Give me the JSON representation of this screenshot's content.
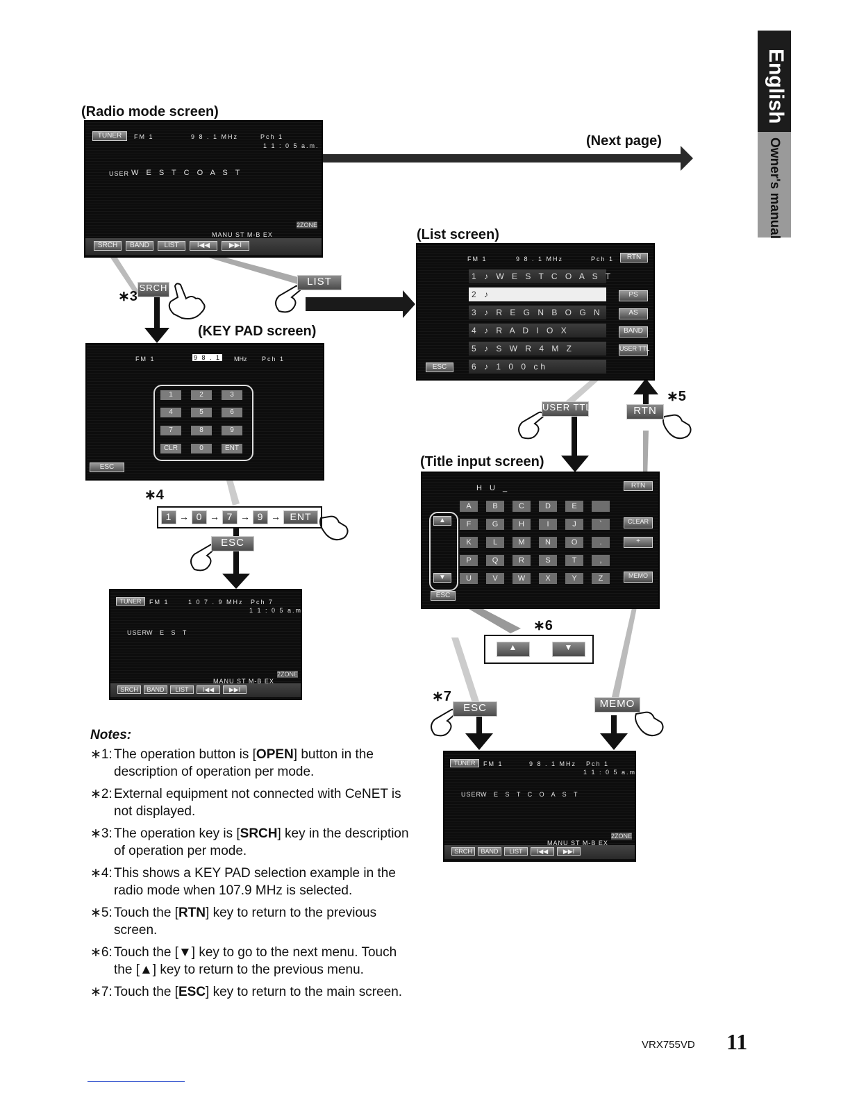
{
  "side_tab": {
    "language": "English",
    "manual": "Owner's manual"
  },
  "captions": {
    "radio_mode": "(Radio mode screen)",
    "next_page": "(Next page)",
    "list_screen": "(List screen)",
    "keypad_screen": "(KEY PAD screen)",
    "title_input": "(Title input screen)"
  },
  "radio_screen": {
    "mode": "TUNER",
    "band": "FM 1",
    "freq": "9 8 . 1 MHz",
    "pch": "Pch 1",
    "time": "1 1 : 0 5  a.m.",
    "user": "USER",
    "title": "W E S T   C O A S T",
    "zone": "2ZONE",
    "status": "MANU   ST   M-B EX",
    "buttons": [
      "SRCH",
      "BAND",
      "LIST",
      "I◀◀",
      "▶▶I"
    ]
  },
  "radio_screen_2": {
    "mode": "TUNER",
    "band": "FM 1",
    "freq": "1 0 7 . 9 MHz",
    "pch": "Pch 7",
    "time": "1 1 : 0 5  a.m.",
    "user": "USER",
    "title": "W E S T",
    "zone": "2ZONE",
    "status": "MANU   ST   M-B EX",
    "buttons": [
      "SRCH",
      "BAND",
      "LIST",
      "I◀◀",
      "▶▶I"
    ]
  },
  "radio_screen_3": {
    "mode": "TUNER",
    "band": "FM 1",
    "freq": "9 8 . 1 MHz",
    "pch": "Pch 1",
    "time": "1 1 : 0 5  a.m.",
    "user": "USER",
    "title": "W E S T   C O A S T",
    "zone": "2ZONE",
    "status": "MANU   ST   M-B EX",
    "buttons": [
      "SRCH",
      "BAND",
      "LIST",
      "I◀◀",
      "▶▶I"
    ]
  },
  "keypad_screen": {
    "band": "FM 1",
    "freq": "9 8 . 1",
    "unit": "MHz",
    "pch": "Pch 1",
    "keys": [
      "1",
      "2",
      "3",
      "4",
      "5",
      "6",
      "7",
      "8",
      "9",
      "CLR",
      "0",
      "ENT"
    ],
    "esc": "ESC"
  },
  "keypad_sequence": [
    "1",
    "0",
    "7",
    "9",
    "ENT"
  ],
  "list_screen": {
    "band": "FM 1",
    "freq": "9 8 . 1 MHz",
    "pch": "Pch 1",
    "rtn": "RTN",
    "rows": [
      "1 ♪ W E S T   C O A S T",
      "2 ♪",
      "3 ♪ R E G N B O G N",
      "4 ♪ R A D I O   X",
      "5 ♪ S W R 4   M Z",
      "6 ♪ 1 0 0 ch"
    ],
    "side_buttons": [
      "PS",
      "AS",
      "BAND",
      "USER TTL"
    ],
    "esc": "ESC"
  },
  "title_screen": {
    "input": "H U _",
    "rtn": "RTN",
    "keys": [
      [
        "A",
        "B",
        "C",
        "D",
        "E",
        ""
      ],
      [
        "F",
        "G",
        "H",
        "I",
        "J",
        "`"
      ],
      [
        "K",
        "L",
        "M",
        "N",
        "O",
        "."
      ],
      [
        "P",
        "Q",
        "R",
        "S",
        "T",
        ","
      ],
      [
        "U",
        "V",
        "W",
        "X",
        "Y",
        "Z"
      ]
    ],
    "side_buttons": [
      "CLEAR",
      "+",
      "MEMO"
    ],
    "esc": "ESC"
  },
  "callouts": {
    "srch": "SRCH",
    "list": "LIST",
    "esc": "ESC",
    "user_ttl": "USER TTL",
    "rtn": "RTN",
    "esc2": "ESC",
    "memo": "MEMO"
  },
  "stars": {
    "s3": "∗3",
    "s4": "∗4",
    "s5": "∗5",
    "s6": "∗6",
    "s7": "∗7"
  },
  "notes": {
    "title": "Notes:",
    "items": [
      {
        "mark": "∗1:",
        "pre": "The operation button is [",
        "bold": "OPEN",
        "post": "] button in the description of operation per mode."
      },
      {
        "mark": "∗2:",
        "pre": "External equipment not connected with CeNET is not displayed.",
        "bold": "",
        "post": ""
      },
      {
        "mark": "∗3:",
        "pre": "The operation key is [",
        "bold": "SRCH",
        "post": "] key in the description of operation per mode."
      },
      {
        "mark": "∗4:",
        "pre": "This shows a KEY PAD selection example in the radio mode when 107.9 MHz is selected.",
        "bold": "",
        "post": ""
      },
      {
        "mark": "∗5:",
        "pre": "Touch the [",
        "bold": "RTN",
        "post": "] key to return to the previous screen."
      },
      {
        "mark": "∗6:",
        "pre": "Touch the [",
        "bold": "▼",
        "post": "] key to go to the next menu. Touch the [▲] key to return to the previous menu."
      },
      {
        "mark": "∗7:",
        "pre": "Touch the [",
        "bold": "ESC",
        "post": "] key to return to the main screen."
      }
    ]
  },
  "footer": {
    "model": "VRX755VD",
    "page": "11"
  }
}
